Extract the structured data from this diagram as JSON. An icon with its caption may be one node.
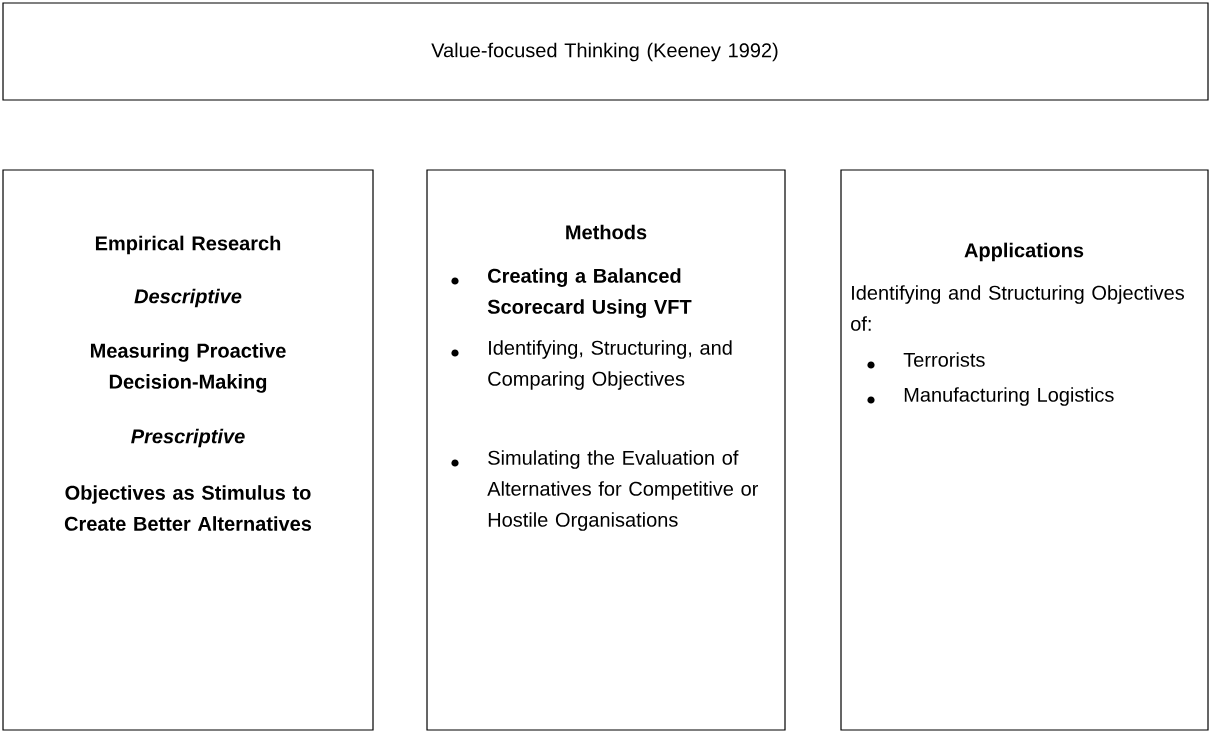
{
  "diagram": {
    "nodes": [
      {
        "text": [
          "Value-focused Thinking (Keeney 1992)"
        ]
      },
      {
        "text": [
          "Empirical Research",
          "Descriptive",
          "Measuring Proactive Decision-Making",
          "Prescriptive",
          "Objectives as Stimulus to Create Better Alternatives"
        ]
      },
      {
        "text": [
          "Methods",
          "Creating a Balanced Scorecard Using VFT",
          "Identifying, Structuring, and Comparing Objectives",
          "Simulating the Evaluation of Alternatives for Competitive or Hostile Organisations"
        ]
      },
      {
        "text": [
          "Applications",
          "Identifying and Structuring Objectives of:",
          "Terrorists",
          "Manufacturing Logistics"
        ]
      }
    ]
  }
}
